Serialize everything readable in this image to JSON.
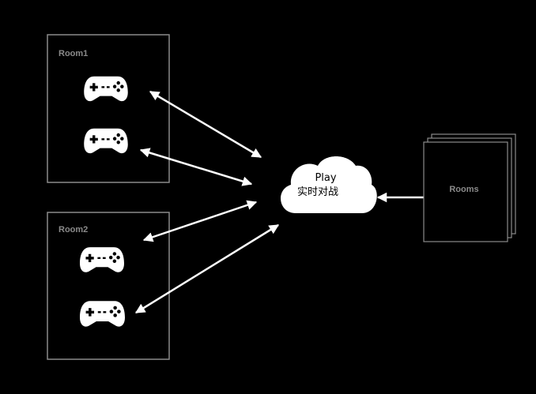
{
  "diagram": {
    "room1": {
      "label": "Room1",
      "controllers": [
        "gamepad-icon",
        "gamepad-icon"
      ]
    },
    "room2": {
      "label": "Room2",
      "controllers": [
        "gamepad-icon",
        "gamepad-icon"
      ]
    },
    "cloud": {
      "line1": "Play",
      "line2": "实时对战",
      "icon": "cloud-icon"
    },
    "rooms_stack": {
      "label": "Rooms"
    },
    "colors": {
      "background": "#000000",
      "foreground": "#ffffff",
      "frame": "#8a8a8a"
    }
  }
}
